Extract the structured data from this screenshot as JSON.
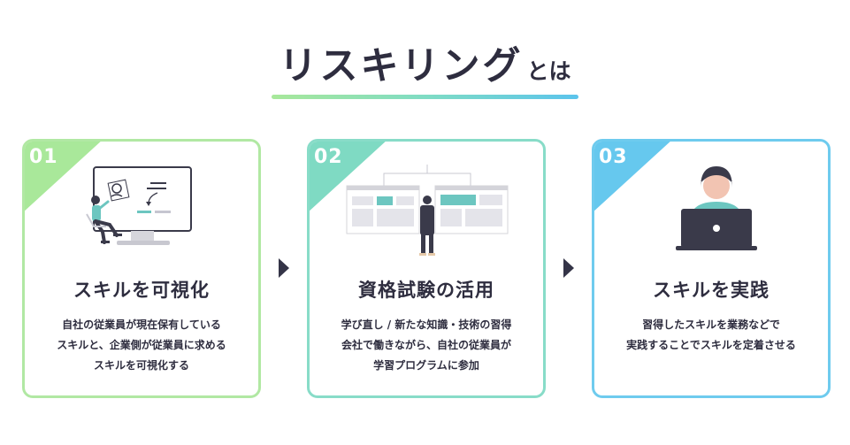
{
  "header": {
    "title_main": "リスキリング",
    "title_sub": "とは"
  },
  "colors": {
    "card1": "#b1e8a3",
    "card2": "#88dcc8",
    "card3": "#6ecbee",
    "text": "#2e2d3f",
    "dark": "#343447"
  },
  "cards": [
    {
      "number": "01",
      "title": "スキルを可視化",
      "illustration": "person-viewing-monitor-illustration",
      "lines": [
        "自社の従業員が現在保有している",
        "スキルと、企業側が従業員に求める",
        "スキルを可視化する"
      ]
    },
    {
      "number": "02",
      "title": "資格試験の活用",
      "illustration": "person-facing-screens-illustration",
      "lines": [
        "学び直し / 新たな知識・技術の習得",
        "会社で働きながら、自社の従業員が",
        "学習プログラムに参加"
      ]
    },
    {
      "number": "03",
      "title": "スキルを実践",
      "illustration": "person-with-laptop-illustration",
      "lines": [
        "習得したスキルを業務などで",
        "実践することでスキルを定着させる"
      ]
    }
  ],
  "arrows": [
    "chevron-right-icon",
    "chevron-right-icon"
  ]
}
